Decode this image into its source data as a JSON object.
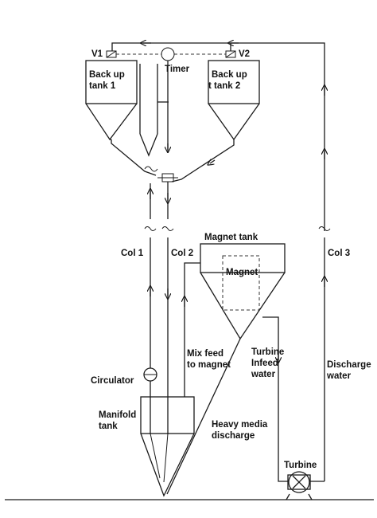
{
  "labels": {
    "v1": "V1",
    "v2": "V2",
    "timer": "Timer",
    "backup1_line1": "Back up",
    "backup1_line2": "tank 1",
    "backup2_line1": "Back up",
    "backup2_line2": "t tank 2",
    "magnet_tank": "Magnet tank",
    "magnet": "Magnet",
    "col1": "Col 1",
    "col2": "Col 2",
    "col3": "Col 3",
    "mix_feed_line1": "Mix feed",
    "mix_feed_line2": "to magnet",
    "turbine_infeed_line1": "Turbine",
    "turbine_infeed_line2": "Infeed",
    "turbine_infeed_line3": "water",
    "discharge_line1": "Discharge",
    "discharge_line2": "water",
    "circulator": "Circulator",
    "manifold_line1": "Manifold",
    "manifold_line2": "tank",
    "heavy_media_line1": "Heavy media",
    "heavy_media_line2": "discharge",
    "turbine": "Turbine"
  }
}
